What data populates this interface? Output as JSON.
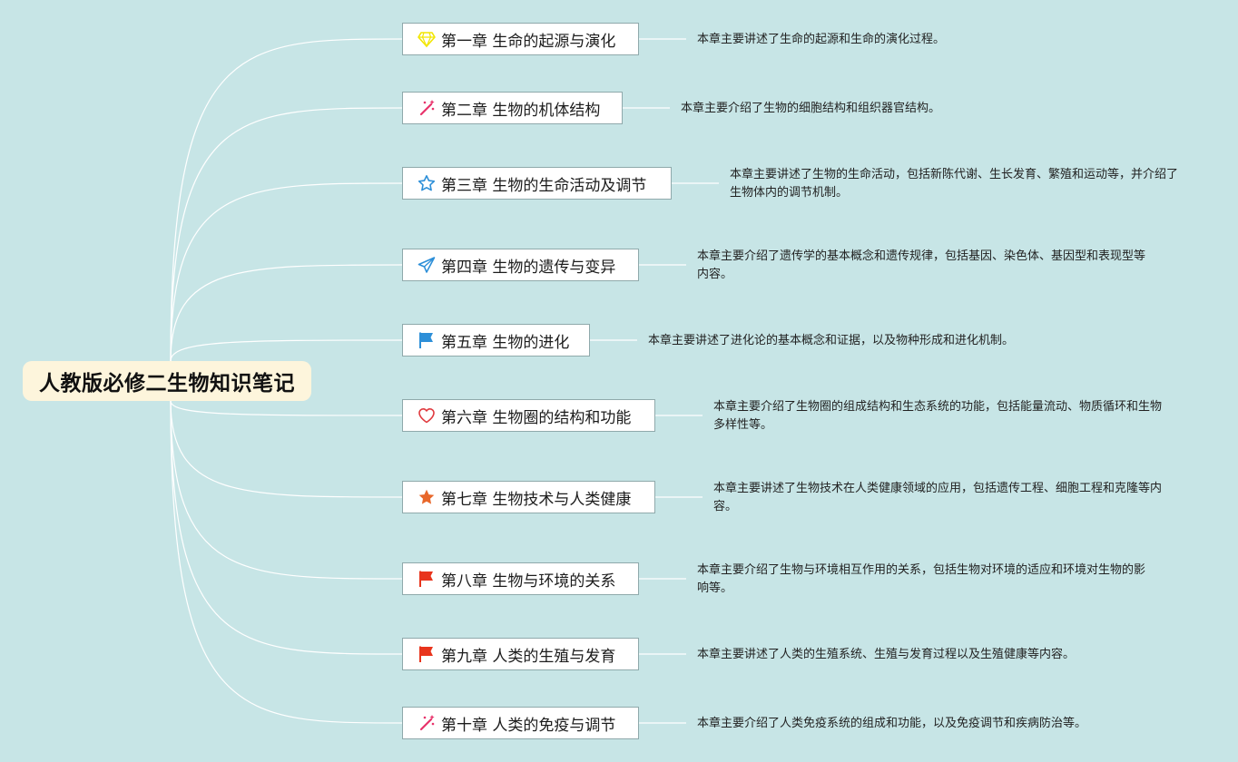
{
  "root": {
    "title": "人教版必修二生物知识笔记"
  },
  "chapters": [
    {
      "title": "第一章 生命的起源与演化",
      "icon": "diamond-icon",
      "icon_color": "#f2e600",
      "desc": "本章主要讲述了生命的起源和生命的演化过程。"
    },
    {
      "title": "第二章 生物的机体结构",
      "icon": "magic-wand-icon",
      "icon_color": "#e8336b",
      "desc": "本章主要介绍了生物的细胞结构和组织器官结构。"
    },
    {
      "title": "第三章 生物的生命活动及调节",
      "icon": "star-outline-icon",
      "icon_color": "#2d8fd8",
      "desc": "本章主要讲述了生物的生命活动，包括新陈代谢、生长发育、繁殖和运动等，并介绍了生物体内的调节机制。"
    },
    {
      "title": "第四章 生物的遗传与变异",
      "icon": "paper-plane-icon",
      "icon_color": "#2d8fd8",
      "desc": "本章主要介绍了遗传学的基本概念和遗传规律，包括基因、染色体、基因型和表现型等内容。"
    },
    {
      "title": "第五章 生物的进化",
      "icon": "blue-flag-icon",
      "icon_color": "#2d8fd8",
      "desc": "本章主要讲述了进化论的基本概念和证据，以及物种形成和进化机制。"
    },
    {
      "title": "第六章 生物圈的结构和功能",
      "icon": "heart-outline-icon",
      "icon_color": "#e0393e",
      "desc": "本章主要介绍了生物圈的组成结构和生态系统的功能，包括能量流动、物质循环和生物多样性等。"
    },
    {
      "title": "第七章 生物技术与人类健康",
      "icon": "star-filled-icon",
      "icon_color": "#e8672a",
      "desc": "本章主要讲述了生物技术在人类健康领域的应用，包括遗传工程、细胞工程和克隆等内容。"
    },
    {
      "title": "第八章 生物与环境的关系",
      "icon": "red-flag-icon",
      "icon_color": "#e8341c",
      "desc": "本章主要介绍了生物与环境相互作用的关系，包括生物对环境的适应和环境对生物的影响等。"
    },
    {
      "title": "第九章 人类的生殖与发育",
      "icon": "red-flag-icon",
      "icon_color": "#e8341c",
      "desc": "本章主要讲述了人类的生殖系统、生殖与发育过程以及生殖健康等内容。"
    },
    {
      "title": "第十章 人类的免疫与调节",
      "icon": "magic-wand-icon",
      "icon_color": "#e8336b",
      "desc": "本章主要介绍了人类免疫系统的组成和功能，以及免疫调节和疾病防治等。"
    }
  ]
}
